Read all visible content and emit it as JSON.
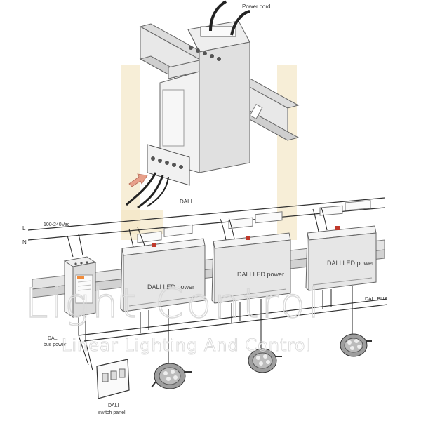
{
  "labels": {
    "power_cord": "Power cord",
    "dali_top": "DALI",
    "voltage": "100-240Vac",
    "line_l": "L",
    "line_n": "N",
    "dali_bus": "DALI BUS",
    "bus_power_line1": "DALI",
    "bus_power_line2": "bus power",
    "switch_panel_line1": "DALI",
    "switch_panel_line2": "switch panel"
  },
  "modules": [
    {
      "label": "DALI LED power"
    },
    {
      "label": "DALI LED power"
    },
    {
      "label": "DALI LED power"
    }
  ],
  "watermark": {
    "line1": "Light Control",
    "line2": "Linear Lighting And Control"
  },
  "colors": {
    "watermark_accent": "#f3e7c6",
    "arrow": "#e8a08a",
    "module_body": "#e6e6e6",
    "wire": "#222222"
  }
}
